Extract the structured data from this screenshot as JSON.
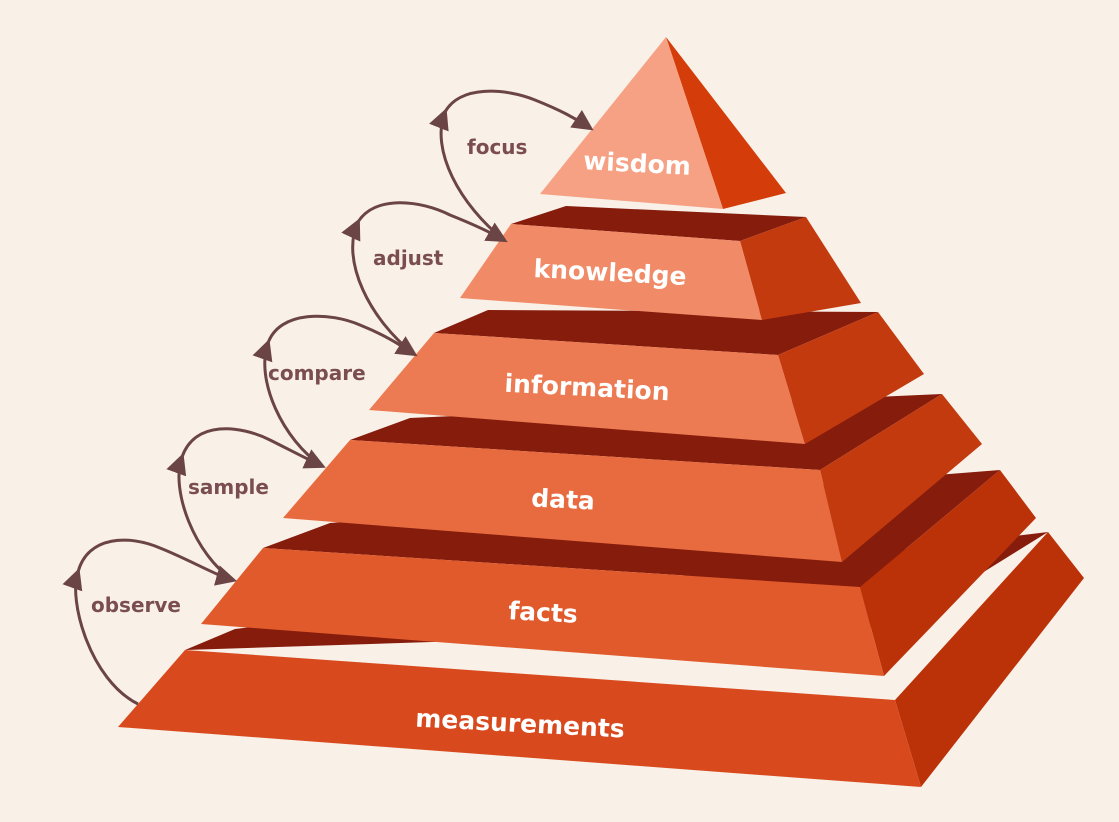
{
  "pyramid": {
    "levels": [
      {
        "id": "measurements",
        "label": "measurements"
      },
      {
        "id": "facts",
        "label": "facts"
      },
      {
        "id": "data",
        "label": "data"
      },
      {
        "id": "information",
        "label": "information"
      },
      {
        "id": "knowledge",
        "label": "knowledge"
      },
      {
        "id": "wisdom",
        "label": "wisdom"
      }
    ],
    "transitions": [
      {
        "id": "observe",
        "label": "observe"
      },
      {
        "id": "sample",
        "label": "sample"
      },
      {
        "id": "compare",
        "label": "compare"
      },
      {
        "id": "adjust",
        "label": "adjust"
      },
      {
        "id": "focus",
        "label": "focus"
      }
    ]
  },
  "colors": {
    "background": "#f9f0e7",
    "tier_front_bottom": "#d84a1e",
    "tier_front_top": "#f6a184",
    "tier_side": "#bb3208",
    "tier_top": "#861c0c",
    "label_text": "#ffffff",
    "arc_color": "#6b4446",
    "step_text": "#7a4d52"
  }
}
